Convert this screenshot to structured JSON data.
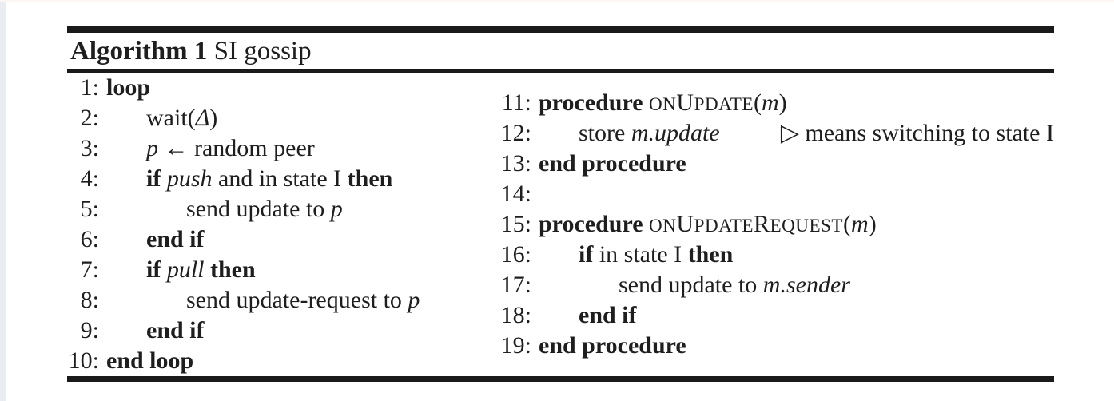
{
  "colors": {
    "background": "#ffffff",
    "text": "#1e1e1e",
    "rules": "#1a1a1a",
    "left_edge_strip": "#e9edf2",
    "top_edge_strip": "#fbf6f3"
  },
  "algorithm": {
    "title": {
      "label": "Algorithm 1",
      "name": " SI gossip"
    },
    "left_lines": [
      {
        "num": "1:",
        "indent": 0,
        "segments": [
          {
            "t": "loop",
            "s": "b"
          }
        ]
      },
      {
        "num": "2:",
        "indent": 1,
        "segments": [
          {
            "t": "wait(",
            "s": "r"
          },
          {
            "t": "Δ",
            "s": "i"
          },
          {
            "t": ")",
            "s": "r"
          }
        ]
      },
      {
        "num": "3:",
        "indent": 1,
        "segments": [
          {
            "t": "p",
            "s": "i"
          },
          {
            "t": " ← random peer",
            "s": "r"
          }
        ]
      },
      {
        "num": "4:",
        "indent": 1,
        "segments": [
          {
            "t": "if ",
            "s": "b"
          },
          {
            "t": "push",
            "s": "i"
          },
          {
            "t": " and in state I ",
            "s": "r"
          },
          {
            "t": "then",
            "s": "b"
          }
        ]
      },
      {
        "num": "5:",
        "indent": 2,
        "segments": [
          {
            "t": "send update to ",
            "s": "r"
          },
          {
            "t": "p",
            "s": "i"
          }
        ]
      },
      {
        "num": "6:",
        "indent": 1,
        "segments": [
          {
            "t": "end if",
            "s": "b"
          }
        ]
      },
      {
        "num": "7:",
        "indent": 1,
        "segments": [
          {
            "t": "if ",
            "s": "b"
          },
          {
            "t": "pull ",
            "s": "i"
          },
          {
            "t": "then",
            "s": "b"
          }
        ]
      },
      {
        "num": "8:",
        "indent": 2,
        "segments": [
          {
            "t": "send update-request to ",
            "s": "r"
          },
          {
            "t": "p",
            "s": "i"
          }
        ]
      },
      {
        "num": "9:",
        "indent": 1,
        "segments": [
          {
            "t": "end if",
            "s": "b"
          }
        ]
      },
      {
        "num": "10:",
        "indent": 0,
        "segments": [
          {
            "t": "end loop",
            "s": "b"
          }
        ]
      }
    ],
    "right_lines": [
      {
        "num": "11:",
        "indent": 0,
        "segments": [
          {
            "t": "procedure ",
            "s": "b"
          },
          {
            "t": "onUpdate",
            "s": "sc"
          },
          {
            "t": "(",
            "s": "r"
          },
          {
            "t": "m",
            "s": "i"
          },
          {
            "t": ")",
            "s": "r"
          }
        ]
      },
      {
        "num": "12:",
        "indent": 1,
        "segments": [
          {
            "t": "store ",
            "s": "r"
          },
          {
            "t": "m.update",
            "s": "i"
          },
          {
            "t": "▷ means switching to state I",
            "s": "cmt"
          }
        ]
      },
      {
        "num": "13:",
        "indent": 0,
        "segments": [
          {
            "t": "end procedure",
            "s": "b"
          }
        ]
      },
      {
        "num": "14:",
        "indent": 0,
        "segments": []
      },
      {
        "num": "15:",
        "indent": 0,
        "segments": [
          {
            "t": "procedure ",
            "s": "b"
          },
          {
            "t": "onUpdateRequest",
            "s": "sc"
          },
          {
            "t": "(",
            "s": "r"
          },
          {
            "t": "m",
            "s": "i"
          },
          {
            "t": ")",
            "s": "r"
          }
        ]
      },
      {
        "num": "16:",
        "indent": 1,
        "segments": [
          {
            "t": "if ",
            "s": "b"
          },
          {
            "t": "in state I ",
            "s": "r"
          },
          {
            "t": "then",
            "s": "b"
          }
        ]
      },
      {
        "num": "17:",
        "indent": 2,
        "segments": [
          {
            "t": "send update to ",
            "s": "r"
          },
          {
            "t": "m.sender",
            "s": "i"
          }
        ]
      },
      {
        "num": "18:",
        "indent": 1,
        "segments": [
          {
            "t": "end if",
            "s": "b"
          }
        ]
      },
      {
        "num": "19:",
        "indent": 0,
        "segments": [
          {
            "t": "end procedure",
            "s": "b"
          }
        ]
      }
    ]
  }
}
